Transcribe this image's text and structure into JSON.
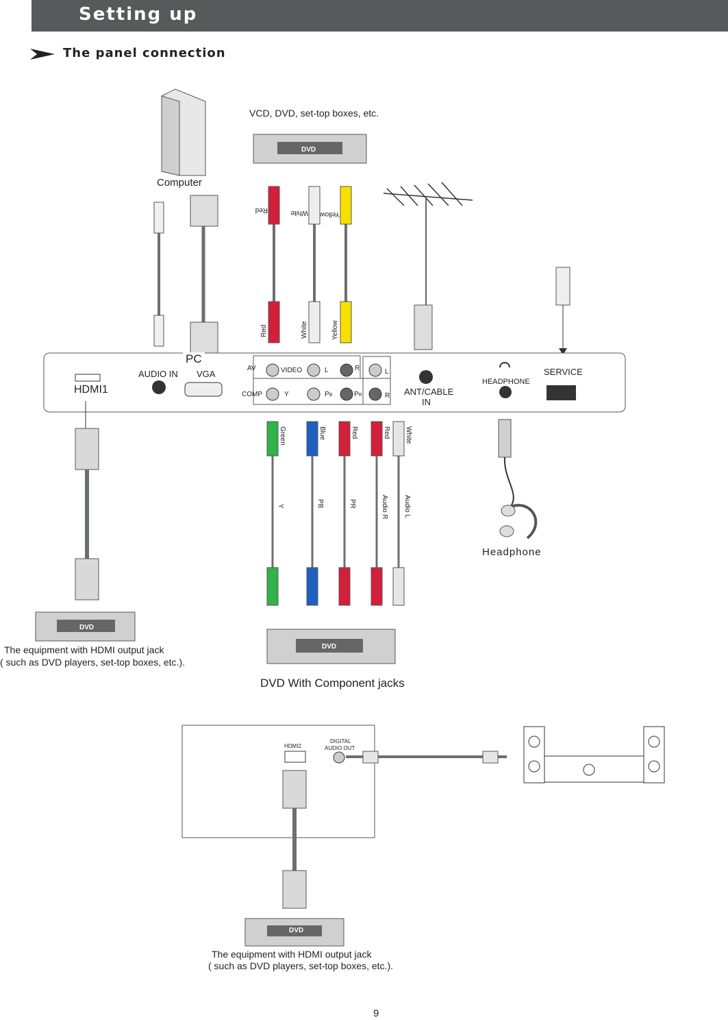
{
  "header": {
    "title": "Setting up"
  },
  "section": {
    "title": "The panel connection"
  },
  "devices": {
    "computer": "Computer",
    "vcd_dvd": "VCD, DVD, set-top boxes, etc.",
    "dvd_component": "DVD With  Component jacks",
    "headphone": "Headphone",
    "dvd_badge": "DVD",
    "hdmi_equipment_line1": "The equipment with HDMI output jack",
    "hdmi_equipment_line2": "( such as DVD players, set-top boxes, etc.)."
  },
  "panel": {
    "hdmi1": "HDMI1",
    "pc": "PC",
    "audio_in": "AUDIO IN",
    "vga": "VGA",
    "av": "AV",
    "video": "VIDEO",
    "l": "L",
    "r": "R",
    "comp": "COMP",
    "y": "Y",
    "pb": "P",
    "pb_sub": "B",
    "pr": "P",
    "pr_sub": "R",
    "ant_cable_1": "ANT/CABLE",
    "ant_cable_2": "IN",
    "headphone": "HEADPHONE",
    "service": "SERVICE"
  },
  "cables": {
    "top_red": "Red",
    "top_white": "White",
    "top_yellow": "Yellow",
    "comp_green": "Green",
    "comp_blue": "Blue",
    "comp_red": "Red",
    "audio_red": "Red",
    "audio_white": "White",
    "lower_y": "Y",
    "lower_pb": "PB",
    "lower_pr": "PR",
    "lower_audio_r": "Audio R",
    "lower_audio_l": "Audio L"
  },
  "bottom_panel": {
    "hdmi2": "HDMI2",
    "digital_1": "DIGITAL",
    "digital_2": "AUDIO OUT"
  },
  "page_number": "9",
  "colors": {
    "header": "#58595b",
    "red": "#d41f3b",
    "white_plug": "#e6e6e6",
    "yellow": "#f7e000",
    "green": "#2fb34a",
    "blue": "#1f5fbf",
    "cable": "#6d6e70"
  }
}
